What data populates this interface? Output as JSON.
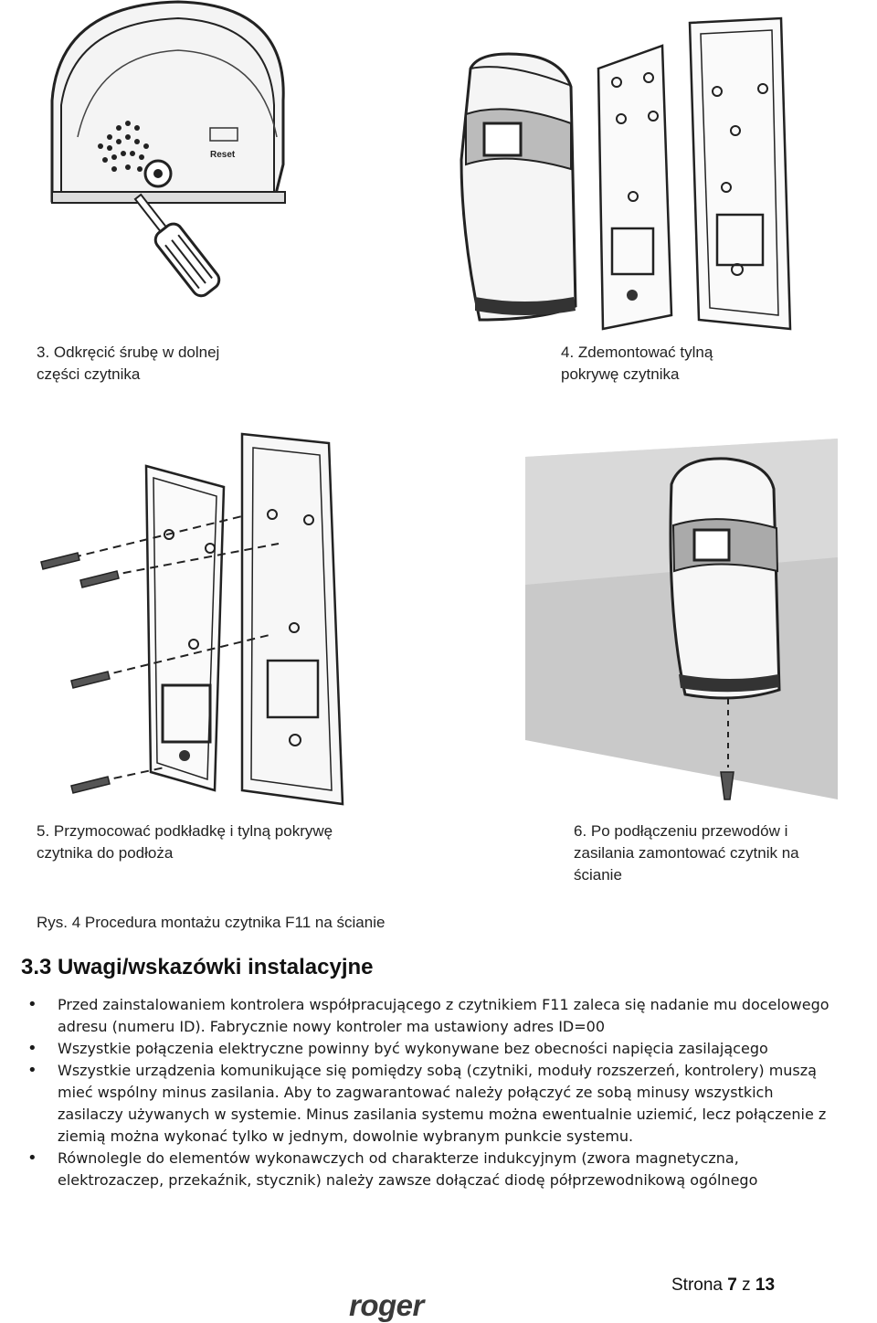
{
  "captions": {
    "step3": [
      "3. Odkręcić śrubę w dolnej",
      "części czytnika"
    ],
    "step4": [
      "4. Zdemontować tylną",
      "pokrywę czytnika"
    ],
    "step5": [
      "5. Przymocować podkładkę i tylną pokrywę",
      "czytnika do podłoża"
    ],
    "step6": [
      "6. Po podłączeniu przewodów i",
      "zasilania zamontować czytnik na",
      "ścianie"
    ]
  },
  "figure_caption": "Rys. 4 Procedura montażu czytnika F11 na ścianie",
  "section": {
    "title": "3.3 Uwagi/wskazówki instalacyjne",
    "bullets": [
      "Przed zainstalowaniem kontrolera współpracującego z czytnikiem F11 zaleca się nadanie mu docelowego adresu (numeru ID). Fabrycznie nowy kontroler ma ustawiony adres ID=00",
      "Wszystkie połączenia elektryczne powinny być wykonywane bez obecności napięcia zasilającego",
      "Wszystkie urządzenia komunikujące się pomiędzy sobą (czytniki, moduły rozszerzeń, kontrolery) muszą mieć wspólny minus zasilania. Aby to zagwarantować należy połączyć ze sobą minusy wszystkich zasilaczy używanych w systemie. Minus zasilania systemu można ewentualnie uziemić, lecz połączenie z ziemią można wykonać tylko w jednym, dowolnie wybranym punkcie systemu.",
      "Równolegle do elementów wykonawczych od charakterze indukcyjnym (zwora magnetyczna, elektrozaczep, przekaźnik, stycznik) należy zawsze dołączać diodę półprzewodnikową ogólnego"
    ]
  },
  "footer": {
    "page_label": "Strona",
    "page_current": "7",
    "page_sep": "z",
    "page_total": "13",
    "logo_text": "roger"
  }
}
